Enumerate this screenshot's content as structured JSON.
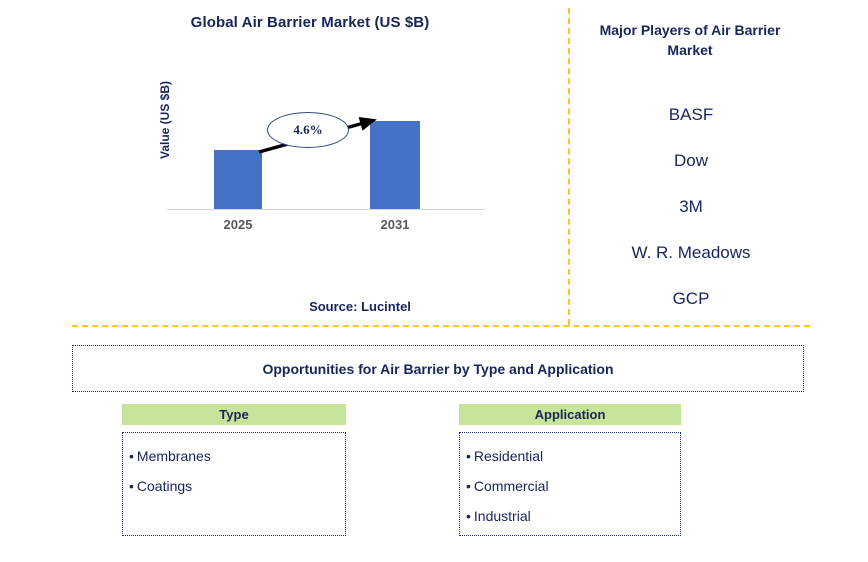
{
  "chart_data": {
    "type": "bar",
    "title": "Global Air Barrier Market (US $B)",
    "xlabel": "",
    "ylabel": "Value (US $B)",
    "categories": [
      "2025",
      "2031"
    ],
    "values": [
      59,
      88
    ],
    "grid": false,
    "legend": "none",
    "annotation": "4.6%",
    "annotation_type": "cagr-callout",
    "series_color": "#4472C4",
    "source": "Source: Lucintel"
  },
  "chart_panel": {
    "title": "Global Air Barrier Market (US $B)",
    "y_axis_label": "Value (US $B)",
    "x_labels": [
      "2025",
      "2031"
    ],
    "cagr_label": "4.6%",
    "source": "Source: Lucintel"
  },
  "players_panel": {
    "title": "Major Players of Air Barrier Market",
    "items": [
      {
        "label": "BASF"
      },
      {
        "label": "Dow"
      },
      {
        "label": "3M"
      },
      {
        "label": "W. R. Meadows"
      },
      {
        "label": "GCP"
      }
    ]
  },
  "opportunities": {
    "banner": "Opportunities for Air Barrier by Type and Application",
    "columns": [
      {
        "header": "Type",
        "bullet": "•",
        "items": [
          {
            "label": "Membranes"
          },
          {
            "label": "Coatings"
          }
        ]
      },
      {
        "header": "Application",
        "bullet": "•",
        "items": [
          {
            "label": "Residential"
          },
          {
            "label": "Commercial"
          },
          {
            "label": "Industrial"
          }
        ]
      }
    ]
  },
  "colors": {
    "bar_blue": "#4472C4",
    "navy_text": "#17255A",
    "divider_amber": "#FFC425",
    "header_green": "#C6E59A",
    "axis_gray": "#D4D4D4",
    "tick_label_gray": "#595959"
  }
}
